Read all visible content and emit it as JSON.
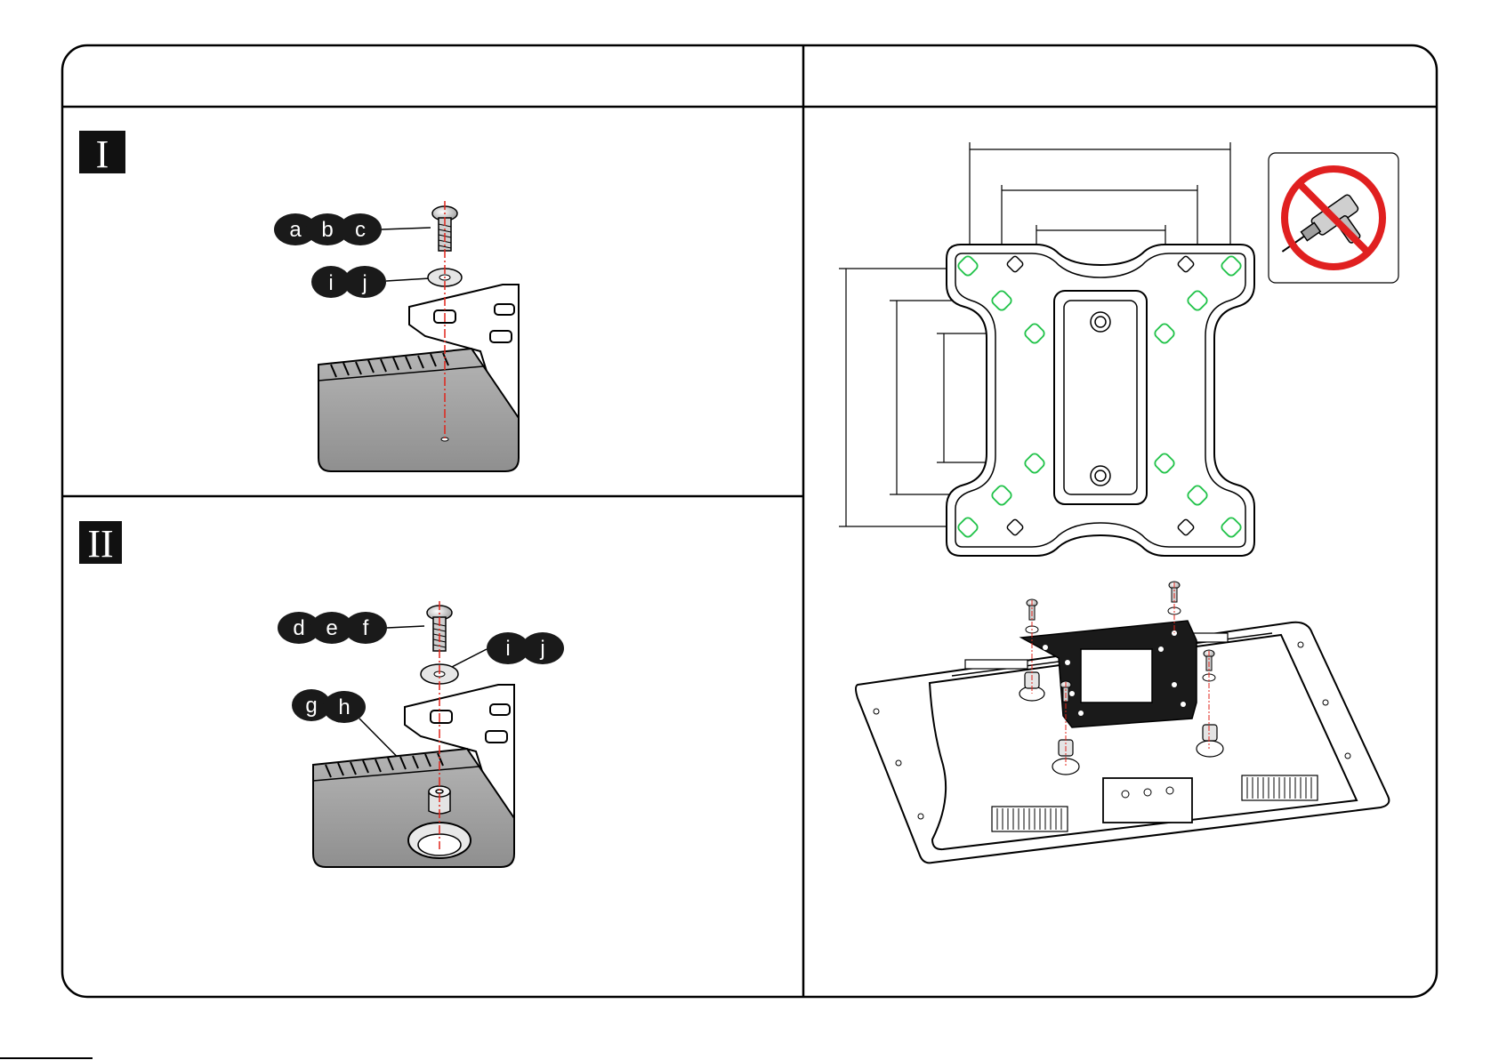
{
  "steps": [
    {
      "numeral": "I",
      "screw_labels": [
        "a",
        "b",
        "c"
      ],
      "washer_labels": [
        "i",
        "j"
      ]
    },
    {
      "numeral": "II",
      "screw_labels": [
        "d",
        "e",
        "f"
      ],
      "washer_labels": [
        "i",
        "j"
      ],
      "spacer_labels": [
        "g",
        "h"
      ]
    }
  ],
  "colors": {
    "outline": "#000000",
    "hole_highlight": "#22c34a",
    "center_line": "#e0251b",
    "prohibited": "#e02020"
  },
  "icons": [
    "screw-icon",
    "washer-icon",
    "spacer-icon",
    "no-power-drill-icon",
    "vesa-plate",
    "monitor-back"
  ]
}
